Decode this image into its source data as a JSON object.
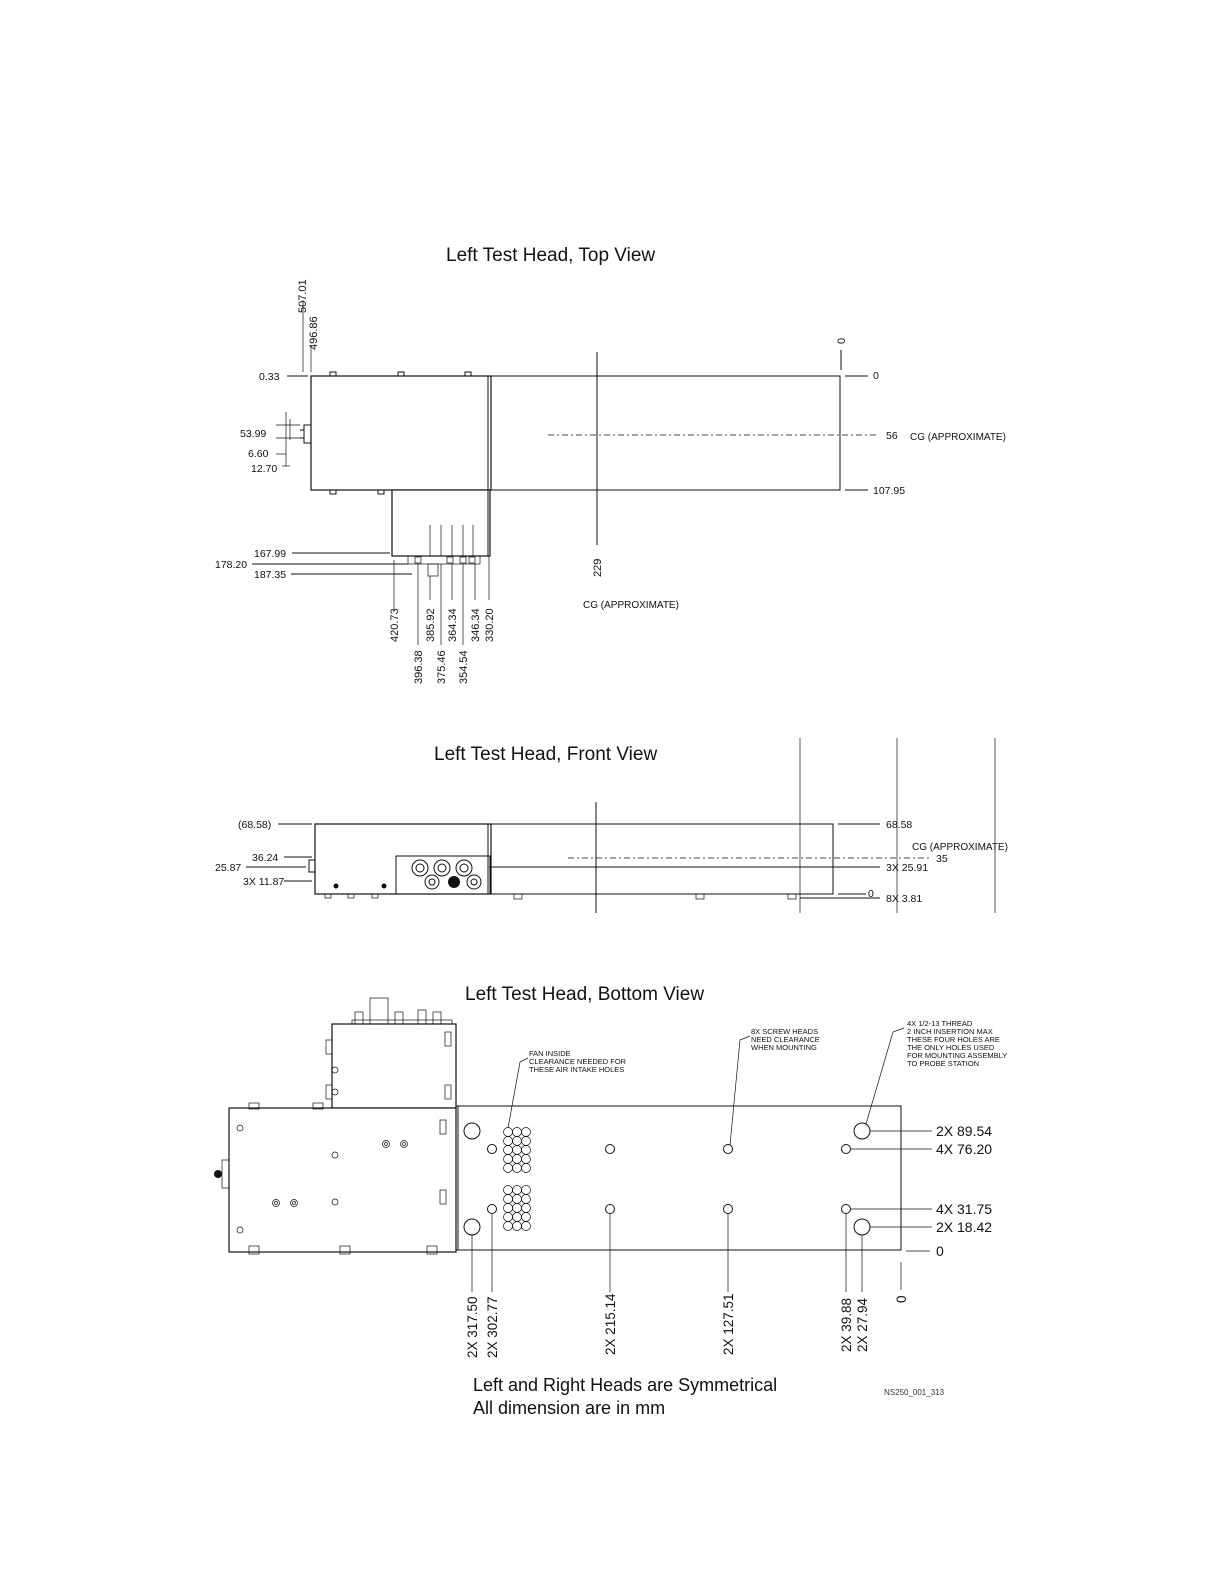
{
  "titles": {
    "top": "Left Test Head, Top View",
    "front": "Left Test Head, Front View",
    "bottom": "Left Test Head, Bottom View"
  },
  "top_view": {
    "dims": {
      "d507_01": "507.01",
      "d496_86": "496.86",
      "d0_33": "0.33",
      "d53_99": "53.99",
      "d6_60": "6.60",
      "d12_70": "12.70",
      "d167_99": "167.99",
      "d178_20": "178.20",
      "d187_35": "187.35",
      "d420_73": "420.73",
      "d396_38": "396.38",
      "d385_92": "385.92",
      "d375_46": "375.46",
      "d364_34": "364.34",
      "d354_54": "354.54",
      "d346_34": "346.34",
      "d330_20": "330.20",
      "d229": "229",
      "d0_top": "0",
      "d0_right": "0",
      "d56": "56",
      "d107_95": "107.95"
    },
    "cg_right": "CG (APPROXIMATE)",
    "cg_below": "CG (APPROXIMATE)"
  },
  "front_view": {
    "dims": {
      "d68_58_paren": "(68.58)",
      "d36_24": "36.24",
      "d25_87": "25.87",
      "d3x11_87": "3X 11.87",
      "d68_58": "68.58",
      "d35": "35",
      "d3x25_91": "3X 25.91",
      "d0": "0",
      "d8x3_81": "8X 3.81"
    },
    "cg": "CG (APPROXIMATE)"
  },
  "bottom_view": {
    "notes": {
      "fan": [
        "FAN INSIDE",
        "CLEARANCE NEEDED FOR",
        "THESE AIR INTAKE HOLES"
      ],
      "screw": [
        "8X SCREW HEADS",
        "NEED CLEARANCE",
        "WHEN MOUNTING"
      ],
      "thread": [
        "4X 1/2-13 THREAD",
        "2 INCH INSERTION MAX",
        "THESE FOUR HOLES ARE",
        "THE ONLY HOLES USED",
        "FOR MOUNTING ASSEMBLY",
        "TO PROBE STATION"
      ]
    },
    "dims": {
      "d2x89_54": "2X 89.54",
      "d4x76_20": "4X 76.20",
      "d4x31_75": "4X 31.75",
      "d2x18_42": "2X 18.42",
      "d0_right": "0",
      "d2x317_50": "2X 317.50",
      "d2x302_77": "2X 302.77",
      "d2x215_14": "2X 215.14",
      "d2x127_51": "2X 127.51",
      "d2x39_88": "2X 39.88",
      "d2x27_94": "2X 27.94",
      "d0_bottom": "0"
    }
  },
  "footer": {
    "line1": "Left and Right Heads are Symmetrical",
    "line2": "All dimension are in mm"
  },
  "drawing_code": "NS250_001_313"
}
